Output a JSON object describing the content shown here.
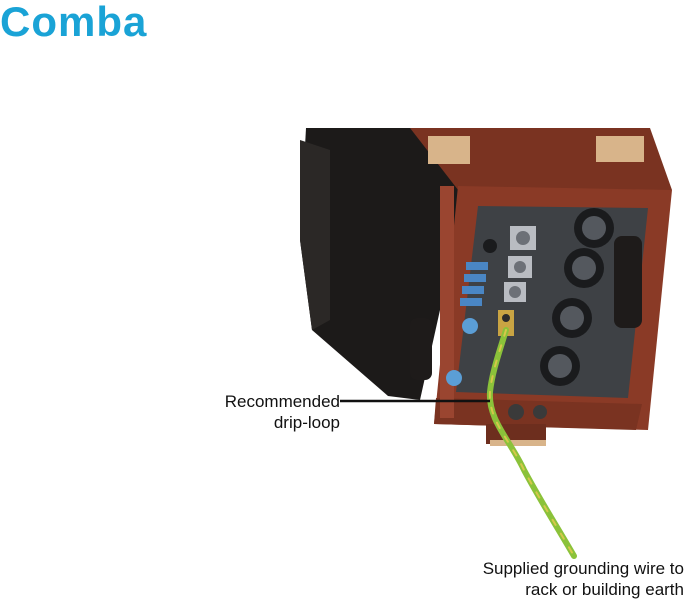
{
  "logo": {
    "text": "Comba",
    "color": "#1aa3d6"
  },
  "callouts": {
    "drip_loop": {
      "line1": "Recommended",
      "line2": "drip-loop"
    },
    "grounding": {
      "line1": "Supplied grounding wire to",
      "line2": "rack or building earth"
    }
  },
  "colors": {
    "housing_dark": "#1c1a19",
    "frame_brown": "#8a3a26",
    "panel_gray": "#3e4145",
    "connector_blue": "#4a86c4",
    "ground_wire": "#8bc23a",
    "wood": "#d8b48a"
  }
}
